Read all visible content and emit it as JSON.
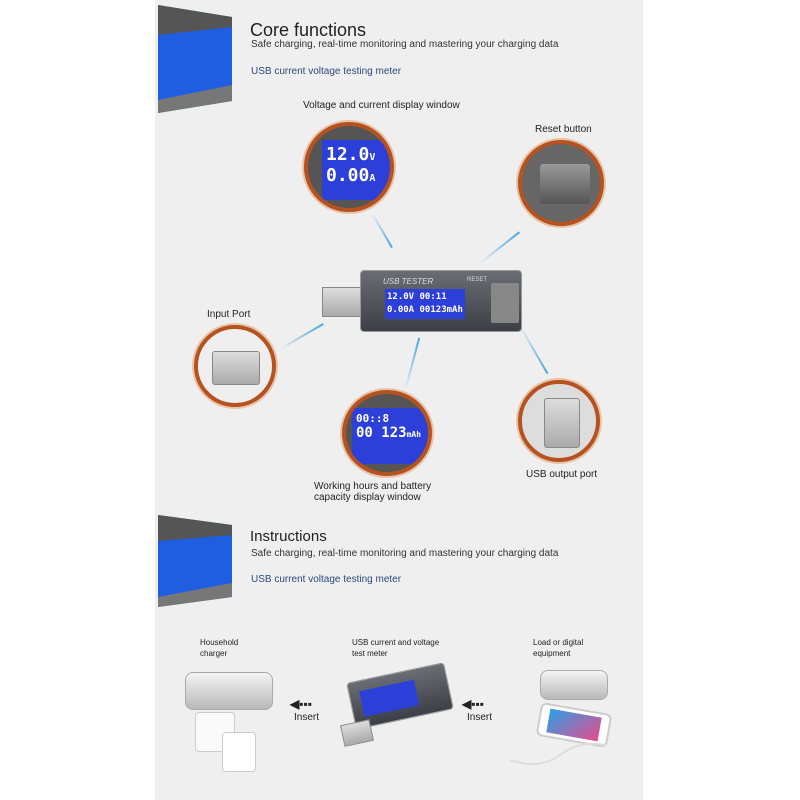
{
  "core": {
    "title": "Core functions",
    "subtitle": "Safe charging, real-time monitoring and mastering your charging data",
    "product": "USB current voltage testing meter",
    "labels": {
      "display_window": "Voltage and current display window",
      "reset_button": "Reset button",
      "input_port": "Input Port",
      "working_hours": "Working hours and battery capacity display window",
      "usb_output": "USB output port"
    },
    "device": {
      "brand": "USB TESTER",
      "voltage": "12.0V",
      "time": "00:11",
      "current": "0.00A",
      "capacity": "00123mAh",
      "reset": "RESET"
    },
    "zoom_display": {
      "voltage": "12.0",
      "voltage_unit": "V",
      "current": "0.00",
      "current_unit": "A"
    },
    "zoom_hours": {
      "time": "00::8",
      "capacity": "00 123",
      "capacity_unit": "mAh"
    }
  },
  "instructions": {
    "title": "Instructions",
    "subtitle": "Safe charging, real-time monitoring and mastering your charging data",
    "product": "USB current voltage testing meter",
    "charger_label": "Household charger",
    "meter_label": "USB current and voltage test meter",
    "load_label": "Load or digital equipment",
    "insert_1": "Insert",
    "insert_2": "Insert"
  },
  "colors": {
    "accent_blue": "#1f5ee0",
    "ring": "#b5521f",
    "panel": "#efefef"
  }
}
